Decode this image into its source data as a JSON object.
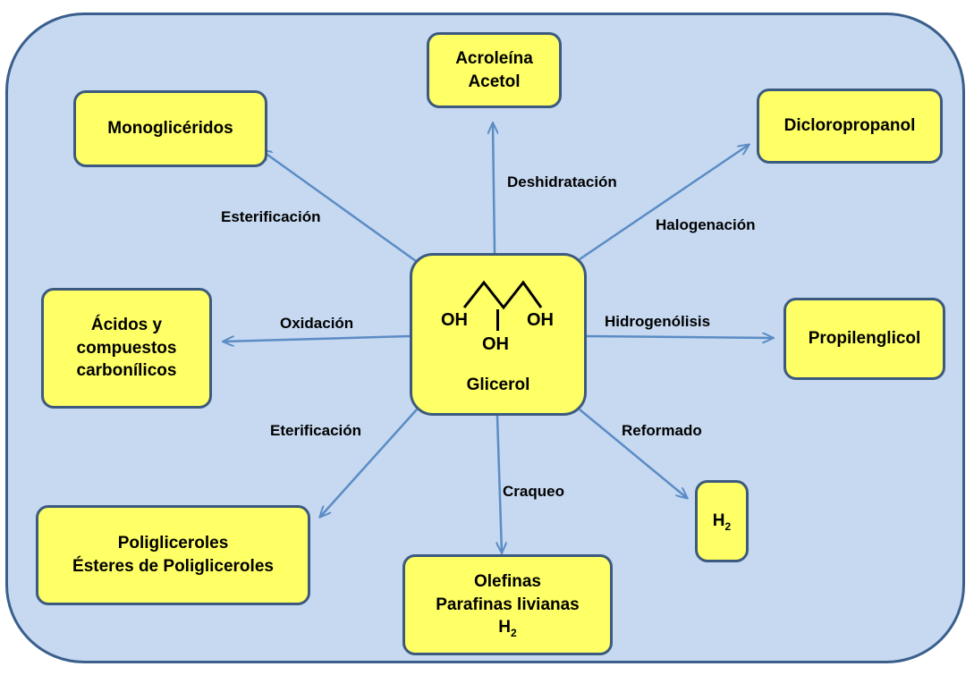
{
  "colors": {
    "background_panel": "#c6d9f1",
    "panel_border": "#3a5f8c",
    "box_fill": "#ffff66",
    "box_border": "#3c5a7f",
    "arrow": "#5b8cc4"
  },
  "center": {
    "oh_left": "OH",
    "oh_middle": "OH",
    "oh_right": "OH",
    "name": "Glicerol"
  },
  "products": {
    "acroleina": {
      "line1": "Acroleína",
      "line2": "Acetol"
    },
    "monogliceridos": {
      "line1": "Monoglicéridos"
    },
    "dicloropropanol": {
      "line1": "Dicloropropanol"
    },
    "acidos": {
      "line1": "Ácidos y",
      "line2": "compuestos",
      "line3": "carbonílicos"
    },
    "propilenglicol": {
      "line1": "Propilenglicol"
    },
    "h2": {
      "base": "H",
      "sub": "2"
    },
    "poligliceroles": {
      "line1": "Poligliceroles",
      "line2": "Ésteres de Poligliceroles"
    },
    "olefinas": {
      "line1": "Olefinas",
      "line2": "Parafinas livianas",
      "line3_base": "H",
      "line3_sub": "2"
    }
  },
  "reactions": {
    "deshidratacion": "Deshidratación",
    "esterificacion": "Esterificación",
    "halogenacion": "Halogenación",
    "oxidacion": "Oxidación",
    "hidrogenolisis": "Hidrogenólisis",
    "eterificacion": "Eterificación",
    "reformado": "Reformado",
    "craqueo": "Craqueo"
  }
}
